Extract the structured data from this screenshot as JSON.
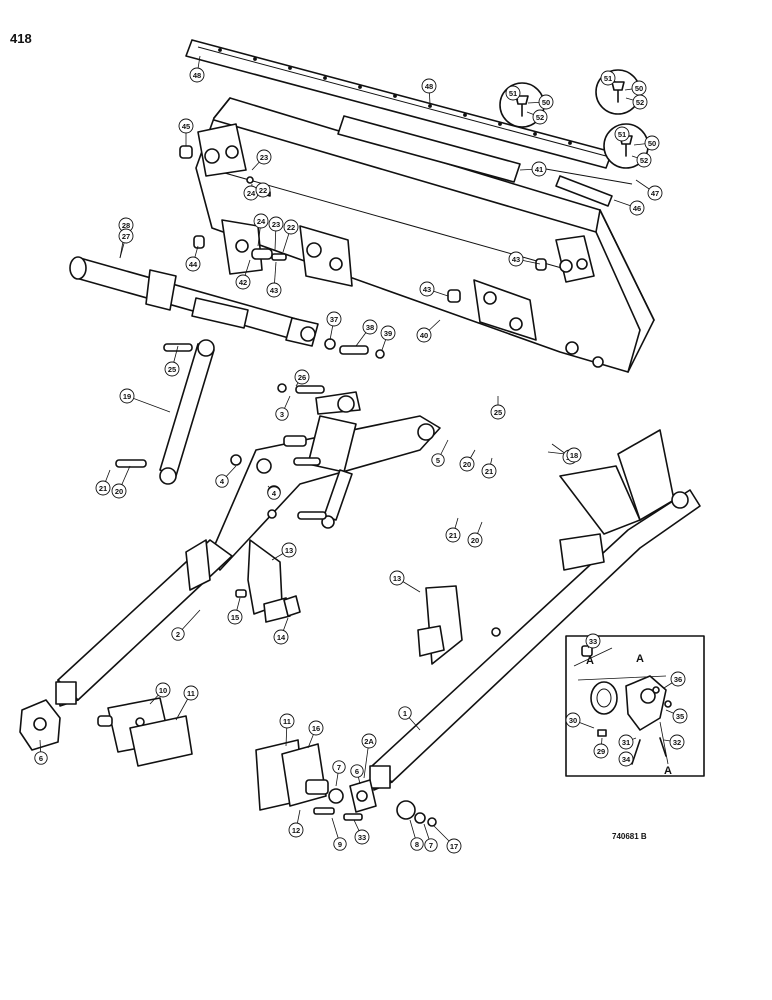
{
  "page_number": "418",
  "figure_id": "740681 B",
  "detail_view": {
    "labels": [
      "A",
      "A",
      "A"
    ]
  },
  "callouts": [
    {
      "n": "48"
    },
    {
      "n": "48"
    },
    {
      "n": "51"
    },
    {
      "n": "50"
    },
    {
      "n": "52"
    },
    {
      "n": "51"
    },
    {
      "n": "50"
    },
    {
      "n": "52"
    },
    {
      "n": "51"
    },
    {
      "n": "50"
    },
    {
      "n": "52"
    },
    {
      "n": "45"
    },
    {
      "n": "23"
    },
    {
      "n": "24"
    },
    {
      "n": "22"
    },
    {
      "n": "41"
    },
    {
      "n": "47"
    },
    {
      "n": "46"
    },
    {
      "n": "28"
    },
    {
      "n": "27"
    },
    {
      "n": "44"
    },
    {
      "n": "24"
    },
    {
      "n": "23"
    },
    {
      "n": "22"
    },
    {
      "n": "42"
    },
    {
      "n": "43"
    },
    {
      "n": "43"
    },
    {
      "n": "43"
    },
    {
      "n": "37"
    },
    {
      "n": "38"
    },
    {
      "n": "39"
    },
    {
      "n": "40"
    },
    {
      "n": "25"
    },
    {
      "n": "26"
    },
    {
      "n": "3"
    },
    {
      "n": "25"
    },
    {
      "n": "19"
    },
    {
      "n": "5"
    },
    {
      "n": "20"
    },
    {
      "n": "21"
    },
    {
      "n": "18"
    },
    {
      "n": "4"
    },
    {
      "n": "4"
    },
    {
      "n": "21"
    },
    {
      "n": "20"
    },
    {
      "n": "21"
    },
    {
      "n": "20"
    },
    {
      "n": "13"
    },
    {
      "n": "13"
    },
    {
      "n": "15"
    },
    {
      "n": "14"
    },
    {
      "n": "2"
    },
    {
      "n": "10"
    },
    {
      "n": "11"
    },
    {
      "n": "6"
    },
    {
      "n": "1"
    },
    {
      "n": "11"
    },
    {
      "n": "16"
    },
    {
      "n": "2A"
    },
    {
      "n": "7"
    },
    {
      "n": "6"
    },
    {
      "n": "12"
    },
    {
      "n": "9"
    },
    {
      "n": "33"
    },
    {
      "n": "8"
    },
    {
      "n": "7"
    },
    {
      "n": "17"
    },
    {
      "n": "18"
    },
    {
      "n": "33"
    },
    {
      "n": "36"
    },
    {
      "n": "35"
    },
    {
      "n": "30"
    },
    {
      "n": "29"
    },
    {
      "n": "31"
    },
    {
      "n": "32"
    },
    {
      "n": "34"
    }
  ]
}
